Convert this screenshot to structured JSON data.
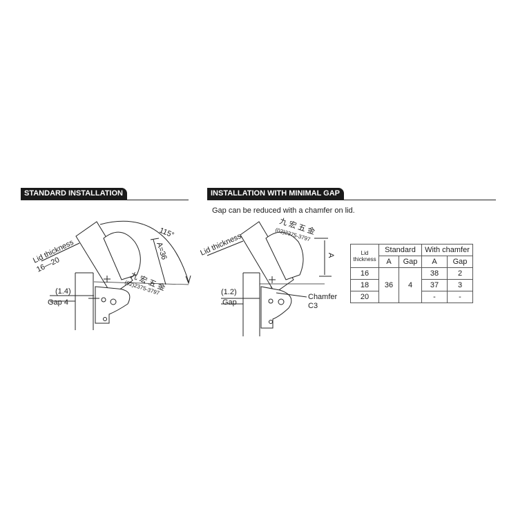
{
  "sections": {
    "standard": {
      "title": "STANDARD INSTALLATION"
    },
    "minimal": {
      "title": "INSTALLATION WITH MINIMAL GAP",
      "note": "Gap can be reduced with a chamfer on lid."
    }
  },
  "standard_drawing": {
    "lid_thickness_label": "Lid thickness",
    "lid_thickness_range": "16—20",
    "angle": "115°",
    "dimension_a": "A=36",
    "offset": "(1.4)",
    "gap": "Gap 4",
    "watermark_cn": "九 宏 五 金",
    "watermark_phone": "(02)2375-3797"
  },
  "minimal_drawing": {
    "lid_thickness_label": "Lid thickness",
    "dimension_a": "A",
    "offset": "(1.2)",
    "gap": "Gap",
    "chamfer": "Chamfer",
    "chamfer_size": "C3",
    "watermark_cn": "九 宏 五 金",
    "watermark_phone": "(02)2375-3797"
  },
  "spec_table": {
    "col_lid": "Lid thickness",
    "group_standard": "Standard",
    "group_chamfer": "With chamfer",
    "sub_a": "A",
    "sub_gap": "Gap",
    "rows": [
      {
        "lid": "16",
        "chamfer_a": "38",
        "chamfer_gap": "2"
      },
      {
        "lid": "18",
        "chamfer_a": "37",
        "chamfer_gap": "3"
      },
      {
        "lid": "20",
        "chamfer_a": "-",
        "chamfer_gap": "-"
      }
    ],
    "standard_a": "36",
    "standard_gap": "4"
  }
}
